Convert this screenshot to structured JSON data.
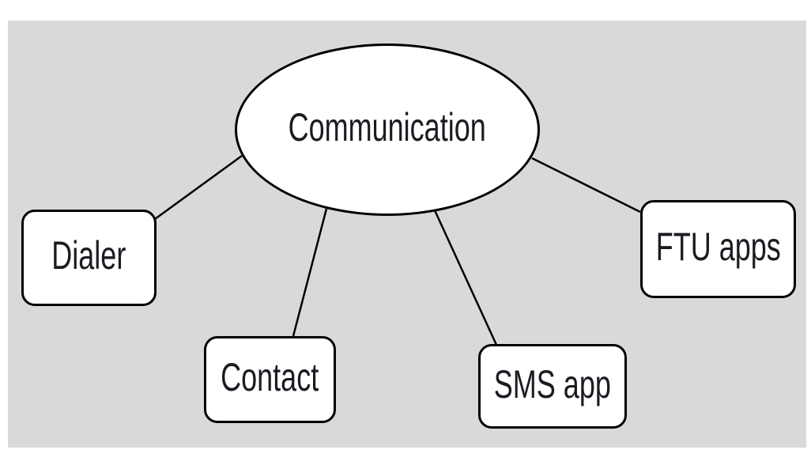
{
  "diagram": {
    "root": {
      "label": "Communication"
    },
    "children": [
      {
        "label": "Dialer"
      },
      {
        "label": "Contact"
      },
      {
        "label": "SMS app"
      },
      {
        "label": "FTU apps"
      }
    ],
    "edges": [
      {
        "from": "Communication",
        "to": "Dialer"
      },
      {
        "from": "Communication",
        "to": "Contact"
      },
      {
        "from": "Communication",
        "to": "SMS app"
      },
      {
        "from": "Communication",
        "to": "FTU apps"
      }
    ],
    "colors": {
      "canvas_background": "#d9d9d9",
      "node_fill": "#ffffff",
      "node_border": "#000000",
      "edge": "#000000",
      "text": "#1b1b22"
    }
  }
}
